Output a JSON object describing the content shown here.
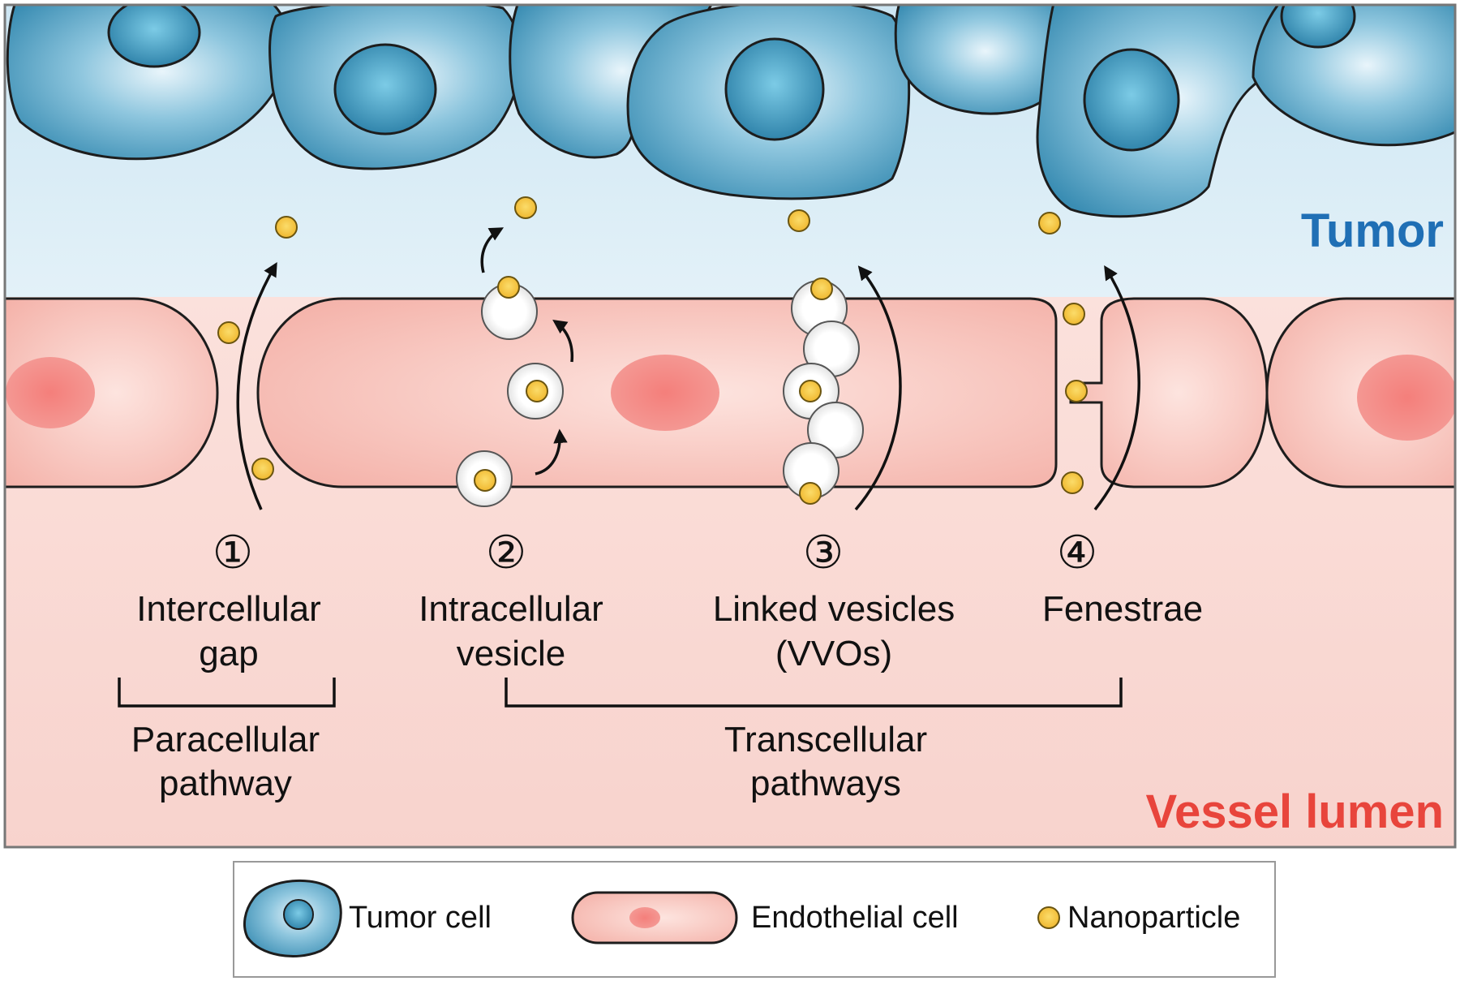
{
  "regions": {
    "tumor": "Tumor",
    "lumen": "Vessel lumen"
  },
  "pathways": [
    {
      "number": "①",
      "line1": "Intercellular",
      "line2": "gap"
    },
    {
      "number": "②",
      "line1": "Intracellular",
      "line2": "vesicle"
    },
    {
      "number": "③",
      "line1": "Linked vesicles",
      "line2": "(VVOs)"
    },
    {
      "number": "④",
      "line1": "Fenestrae",
      "line2": ""
    }
  ],
  "groups": {
    "paracellular": {
      "line1": "Paracellular",
      "line2": "pathway"
    },
    "transcellular": {
      "line1": "Transcellular",
      "line2": "pathways"
    }
  },
  "legend": {
    "tumor_cell": "Tumor cell",
    "endothelial_cell": "Endothelial cell",
    "nanoparticle": "Nanoparticle"
  },
  "colors": {
    "tumor_label": "#1f6fb5",
    "lumen_label": "#e8453c",
    "tumor_cell": "#3f94b8",
    "endothelial_cell": "#f5b6ae",
    "nanoparticle": "#f6c642"
  }
}
